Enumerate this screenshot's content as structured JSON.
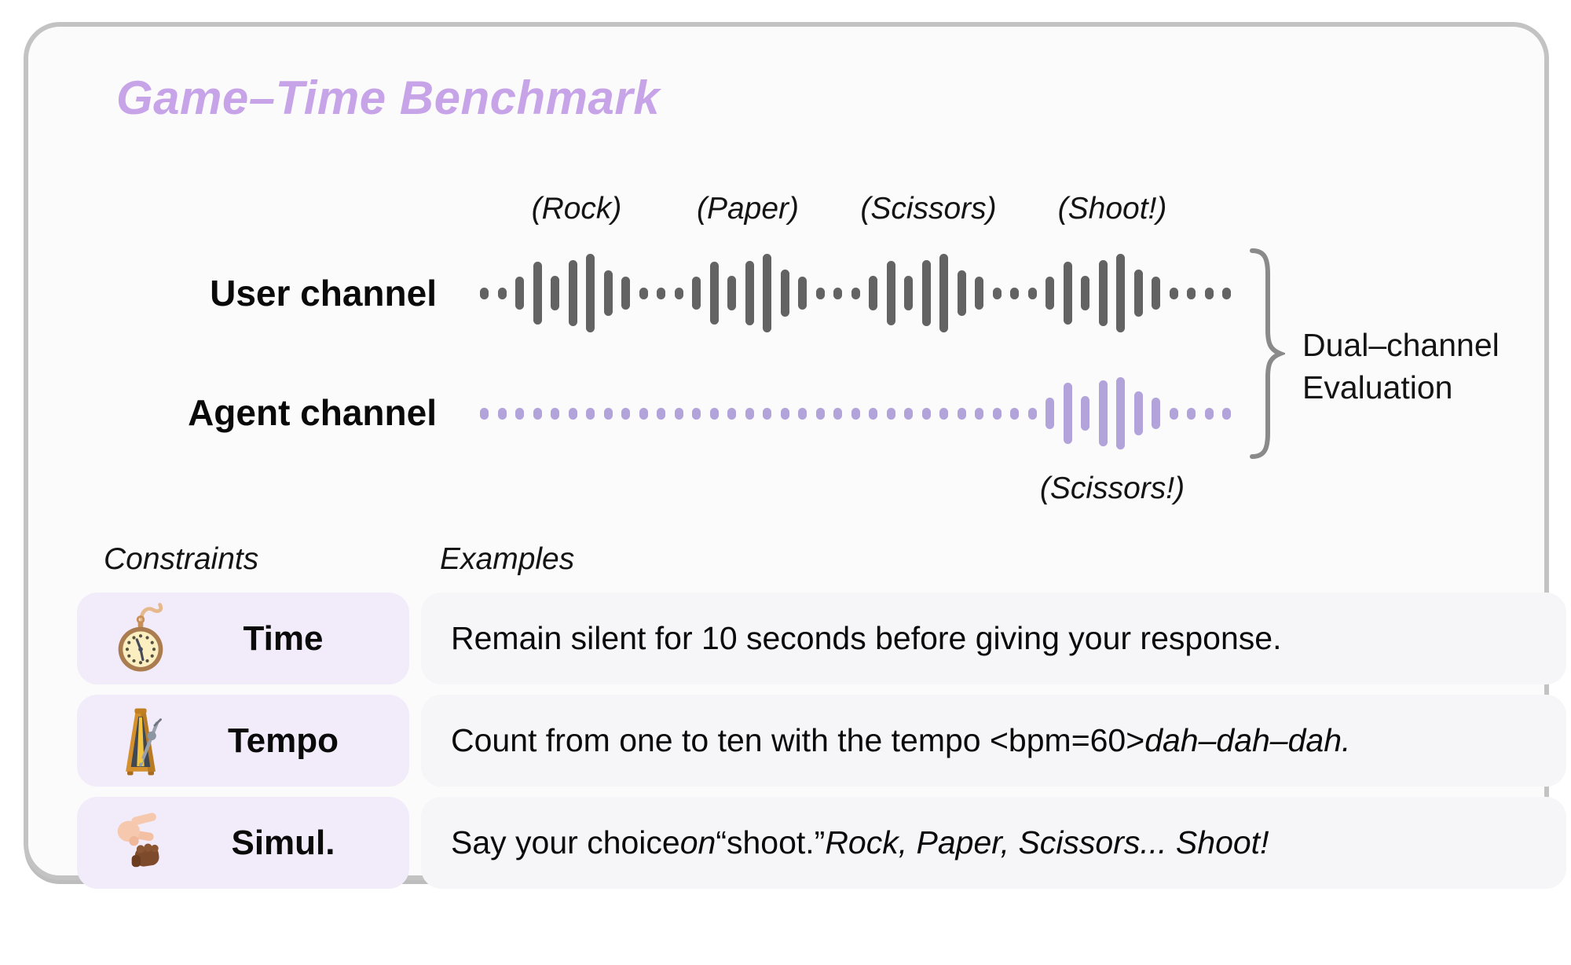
{
  "figure": {
    "title": "Game–Time Benchmark"
  },
  "diagram": {
    "cue_labels": [
      "(Rock)",
      "(Paper)",
      "(Scissors)",
      "(Shoot!)"
    ],
    "user_channel": {
      "label": "User channel"
    },
    "agent_channel": {
      "label": "Agent channel"
    },
    "agent_response_label": "(Scissors!)",
    "bracket_label_line1": "Dual–channel",
    "bracket_label_line2": "Evaluation",
    "colors": {
      "user_wave": "#636363",
      "agent_wave": "#b2a4db",
      "title_purple": "#c7a3e8",
      "brace_gray": "#8a8a8a",
      "constraint_cell_bg": "#f2ebf9",
      "example_cell_bg": "#f6f5f7",
      "card_border": "#c3c3c3"
    },
    "user_waveform": [
      15,
      15,
      42,
      80,
      44,
      84,
      100,
      58,
      42,
      15,
      15,
      15,
      42,
      80,
      44,
      82,
      100,
      60,
      42,
      15,
      15,
      15,
      44,
      82,
      44,
      84,
      100,
      58,
      42,
      15,
      15,
      15,
      42,
      80,
      44,
      84,
      100,
      60,
      42,
      15,
      15,
      15,
      15
    ],
    "agent_waveform": [
      15,
      15,
      15,
      15,
      15,
      15,
      15,
      15,
      15,
      15,
      15,
      15,
      15,
      15,
      15,
      15,
      15,
      15,
      15,
      15,
      15,
      15,
      15,
      15,
      15,
      15,
      15,
      15,
      15,
      15,
      15,
      15,
      40,
      78,
      44,
      84,
      92,
      56,
      40,
      15,
      15,
      15,
      15
    ]
  },
  "table": {
    "headers": {
      "constraints": "Constraints",
      "examples": "Examples"
    },
    "rows": [
      {
        "icon": "pocket-watch-icon",
        "label": "Time",
        "example_segments": [
          {
            "text": "Remain silent for 10 seconds before giving your response.",
            "italic": false
          }
        ]
      },
      {
        "icon": "metronome-icon",
        "label": "Tempo",
        "example_segments": [
          {
            "text": "Count from one to ten with the tempo <bpm=60> ",
            "italic": false
          },
          {
            "text": "dah–dah–dah.",
            "italic": true
          }
        ]
      },
      {
        "icon": "rock-paper-scissors-hands-icon",
        "label": "Simul.",
        "example_segments": [
          {
            "text": "Say your choice ",
            "italic": false
          },
          {
            "text": "on",
            "italic": true
          },
          {
            "text": " “shoot.” ",
            "italic": false
          },
          {
            "text": "Rock, Paper, Scissors... Shoot!",
            "italic": true
          }
        ]
      }
    ]
  }
}
